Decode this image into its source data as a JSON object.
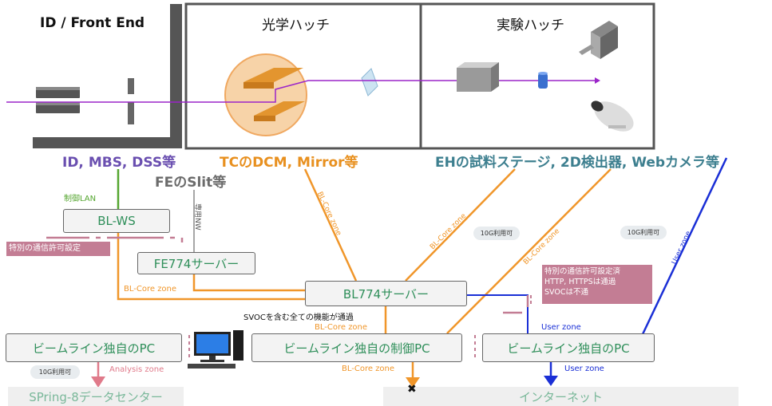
{
  "hutches": {
    "id_front_end": "ID / Front End",
    "optics": "光学ハッチ",
    "experiment": "実験ハッチ"
  },
  "categories": {
    "id_mbs_dss": "ID, MBS, DSS等",
    "fe_slit": "FEのSlit等",
    "tc_dcm_mirror": "TCのDCM, Mirror等",
    "eh_devices": "EHの試料ステージ, 2D検出器, Webカメラ等"
  },
  "nodes": {
    "bl_ws": "BL-WS",
    "fe774": "FE774サーバー",
    "bl774": "BL774サーバー",
    "beamline_pc_left": "ビームライン独自のPC",
    "beamline_control_pc": "ビームライン独自の制御PC",
    "beamline_pc_right": "ビームライン独自のPC",
    "spring8_dc": "SPring-8データセンター",
    "internet": "インターネット"
  },
  "link_labels": {
    "control_lan": "制御LAN",
    "dedicated_nw": "専用NW",
    "bl_core_zone": "BL-Core zone",
    "user_zone": "User zone",
    "analysis_zone": "Analysis zone",
    "ten_g_available": "10G利用可"
  },
  "notes": {
    "special_permission": "特別の通信許可設定",
    "special_permission_done": "特別の通信許可設定済\nHTTP, HTTPSは通過\nSVOCは不通",
    "svoc_all_pass": "SVOCを含む全ての機能が通過"
  },
  "blocked_mark": "✖",
  "colors": {
    "purple": "#6a4fb0",
    "grey": "#6b6b6b",
    "orange": "#f0962a",
    "teal": "#3d7f8f",
    "green": "#55a630",
    "blue": "#1a2fd6",
    "pink": "#e07a8a",
    "node_text": "#2f8f5a"
  },
  "icons": [
    "desktop-computer-icon",
    "beam-stage-icon",
    "camera-icon",
    "detector-icon"
  ]
}
